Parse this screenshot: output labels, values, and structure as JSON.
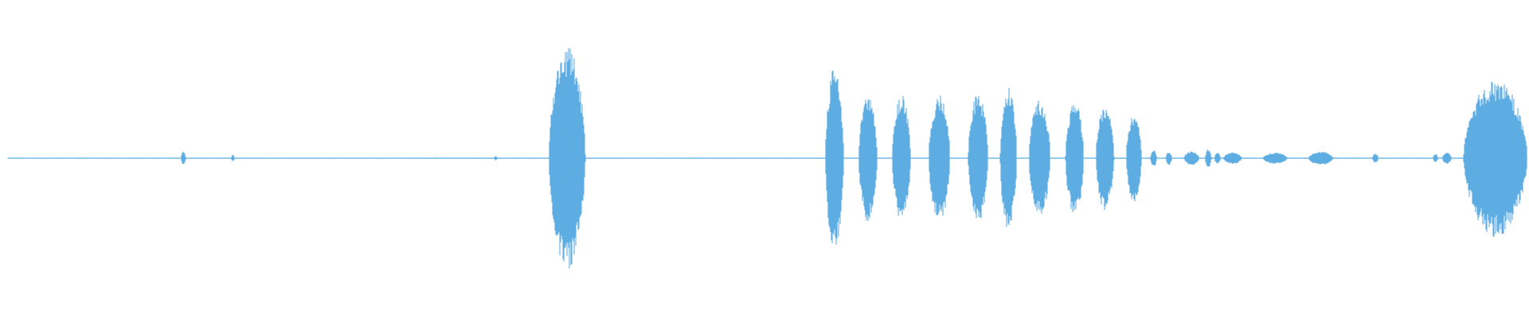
{
  "waveform": {
    "color": "#5dade2",
    "background": "#ffffff",
    "baseline_color": "#5dade2",
    "bursts": [
      {
        "start": 0.114,
        "end": 0.117,
        "amp": 0.06
      },
      {
        "start": 0.147,
        "end": 0.149,
        "amp": 0.03
      },
      {
        "start": 0.32,
        "end": 0.322,
        "amp": 0.02
      },
      {
        "start": 0.356,
        "end": 0.38,
        "amp": 0.97
      },
      {
        "start": 0.538,
        "end": 0.55,
        "amp": 0.8
      },
      {
        "start": 0.56,
        "end": 0.572,
        "amp": 0.55
      },
      {
        "start": 0.582,
        "end": 0.594,
        "amp": 0.55
      },
      {
        "start": 0.606,
        "end": 0.62,
        "amp": 0.55
      },
      {
        "start": 0.632,
        "end": 0.645,
        "amp": 0.56
      },
      {
        "start": 0.653,
        "end": 0.664,
        "amp": 0.62
      },
      {
        "start": 0.672,
        "end": 0.686,
        "amp": 0.5
      },
      {
        "start": 0.696,
        "end": 0.708,
        "amp": 0.5
      },
      {
        "start": 0.716,
        "end": 0.728,
        "amp": 0.45
      },
      {
        "start": 0.736,
        "end": 0.746,
        "amp": 0.38
      },
      {
        "start": 0.752,
        "end": 0.756,
        "amp": 0.08
      },
      {
        "start": 0.762,
        "end": 0.766,
        "amp": 0.06
      },
      {
        "start": 0.774,
        "end": 0.784,
        "amp": 0.06
      },
      {
        "start": 0.788,
        "end": 0.792,
        "amp": 0.08
      },
      {
        "start": 0.794,
        "end": 0.798,
        "amp": 0.05
      },
      {
        "start": 0.8,
        "end": 0.812,
        "amp": 0.05
      },
      {
        "start": 0.826,
        "end": 0.842,
        "amp": 0.05
      },
      {
        "start": 0.856,
        "end": 0.872,
        "amp": 0.06
      },
      {
        "start": 0.898,
        "end": 0.902,
        "amp": 0.04
      },
      {
        "start": 0.938,
        "end": 0.941,
        "amp": 0.04
      },
      {
        "start": 0.944,
        "end": 0.95,
        "amp": 0.05
      },
      {
        "start": 0.958,
        "end": 1.0,
        "amp": 0.68
      }
    ]
  }
}
